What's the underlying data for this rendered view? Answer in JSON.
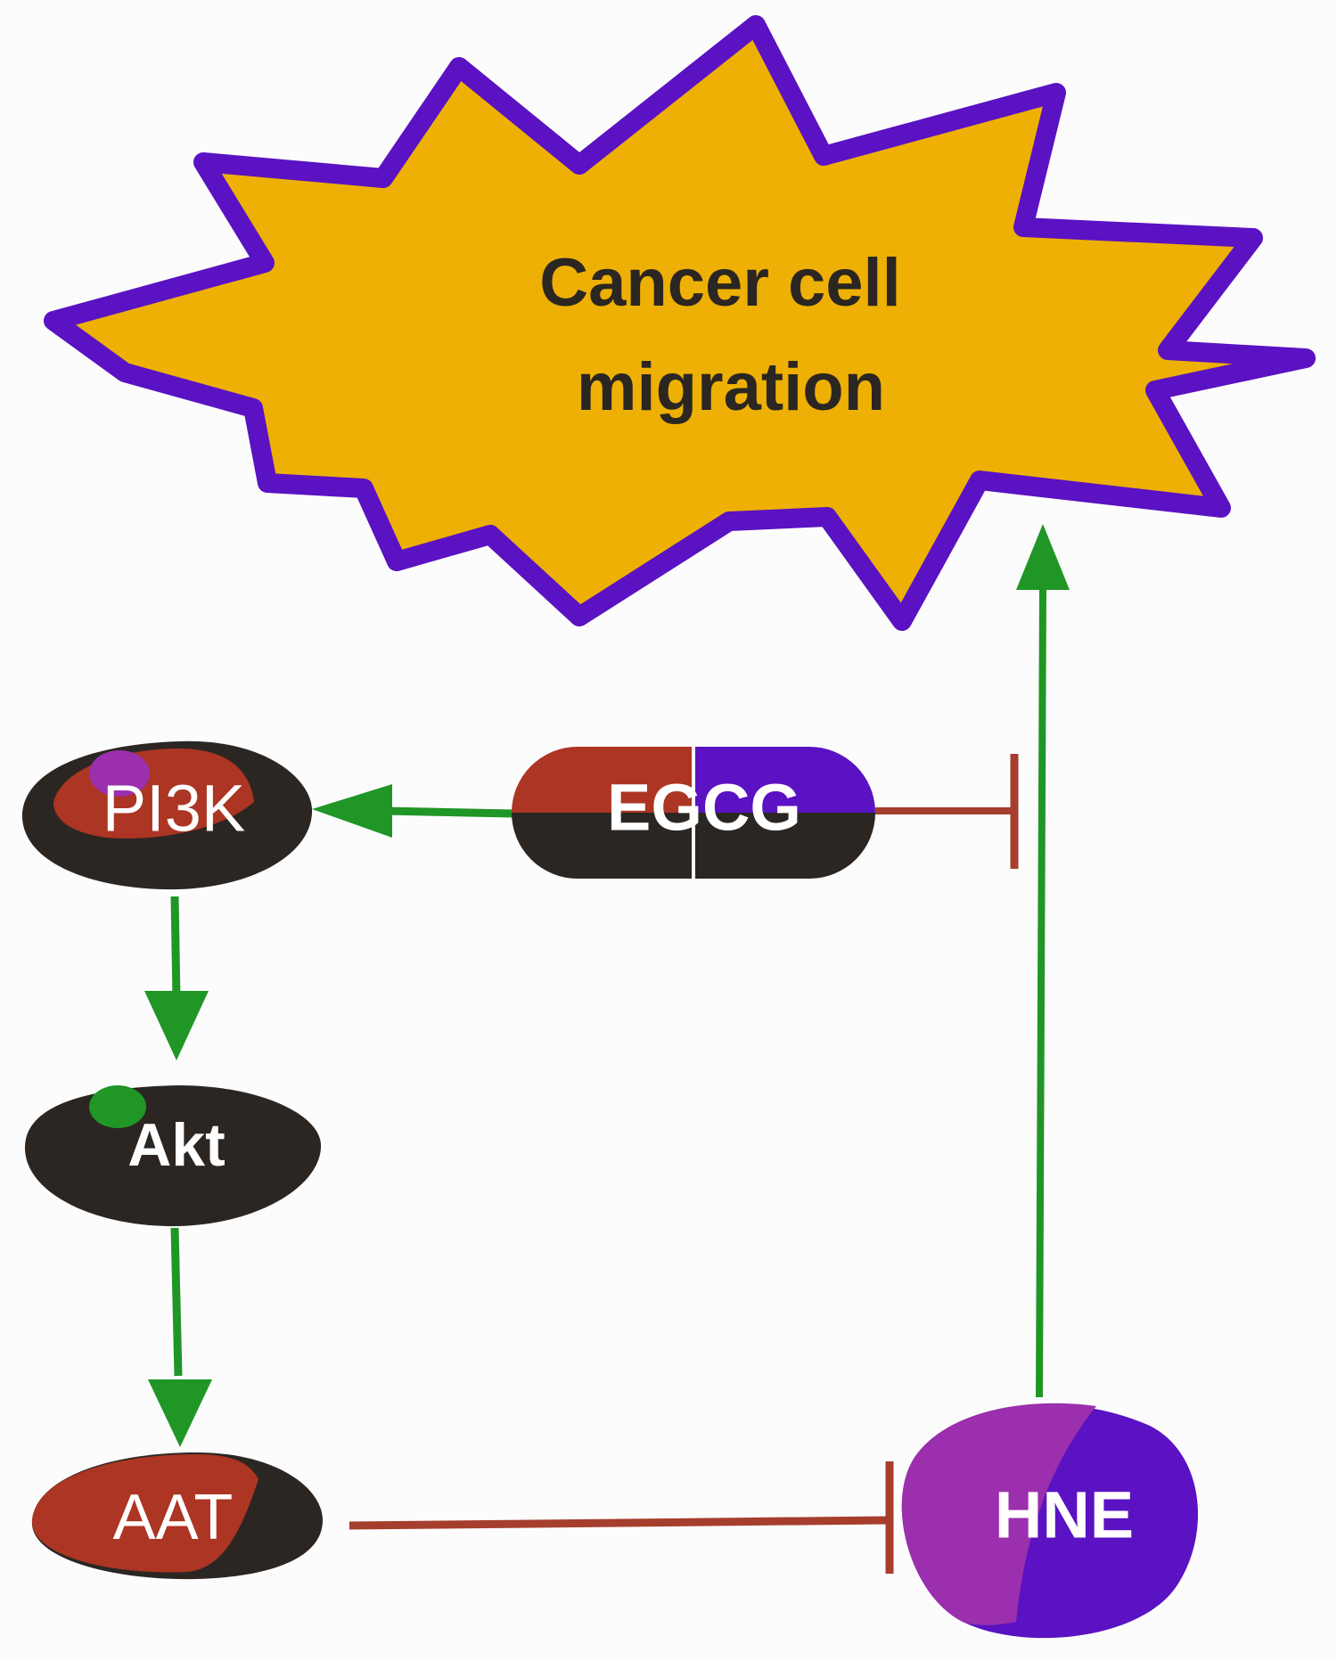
{
  "outcome": {
    "line1": "Cancer cell",
    "line2": "migration"
  },
  "nodes": {
    "pi3k": "PI3K",
    "egcg": "EGCG",
    "akt": "Akt",
    "aat": "AAT",
    "hne": "HNE"
  },
  "edges": [
    {
      "from": "EGCG",
      "to": "PI3K",
      "type": "activation"
    },
    {
      "from": "EGCG",
      "to": "HNE-to-migration",
      "type": "inhibition"
    },
    {
      "from": "PI3K",
      "to": "Akt",
      "type": "activation"
    },
    {
      "from": "Akt",
      "to": "AAT",
      "type": "activation"
    },
    {
      "from": "AAT",
      "to": "HNE",
      "type": "inhibition"
    },
    {
      "from": "HNE",
      "to": "Cancer cell migration",
      "type": "activation"
    }
  ],
  "colors": {
    "activation": "#1f9626",
    "inhibition": "#a63e2e",
    "starburst_fill": "#eeb004",
    "starburst_border": "#5a12c2",
    "dark": "#2b2622",
    "rust": "#ac3523",
    "purple": "#5a12c2",
    "magenta": "#9b2fad"
  }
}
